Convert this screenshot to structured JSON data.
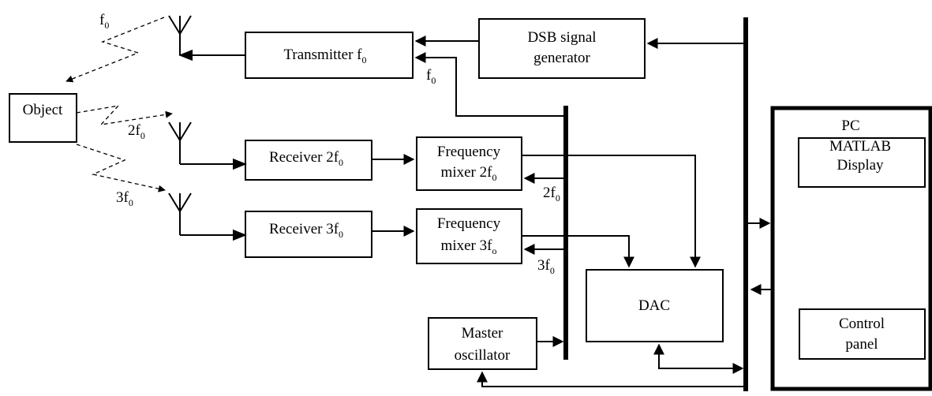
{
  "blocks": {
    "object": {
      "label": "Object"
    },
    "transmitter": {
      "label": "Transmitter f",
      "sub": "0"
    },
    "dsb": {
      "line1": "DSB signal",
      "line2": "generator"
    },
    "receiver2": {
      "label": "Receiver 2f",
      "sub": "0"
    },
    "receiver3": {
      "label": "Receiver 3f",
      "sub": "0"
    },
    "mixer2": {
      "line1": "Frequency",
      "line2": "mixer 2f",
      "sub": "0"
    },
    "mixer3": {
      "line1": "Frequency",
      "line2": "mixer 3f",
      "sub": "o"
    },
    "master": {
      "line1": "Master",
      "line2": "oscillator"
    },
    "dac": {
      "label": "DAC"
    },
    "pc": {
      "title": "PC"
    },
    "matlab": {
      "line1": "MATLAB",
      "line2": "Display"
    },
    "control": {
      "line1": "Control",
      "line2": "panel"
    }
  },
  "signals": {
    "tx_wave": {
      "pre": "f",
      "sub": "0"
    },
    "tx_in": {
      "pre": "f",
      "sub": "0"
    },
    "rx2_wave": {
      "pre": "2f",
      "sub": "0"
    },
    "rx3_wave": {
      "pre": "3f",
      "sub": "0"
    },
    "mix2_ref": {
      "pre": "2f",
      "sub": "0"
    },
    "mix3_ref": {
      "pre": "3f",
      "sub": "0"
    }
  }
}
